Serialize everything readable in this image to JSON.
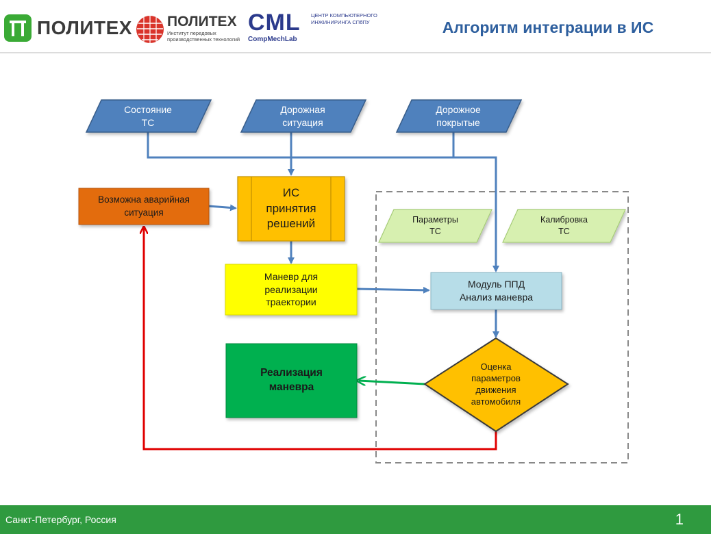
{
  "header": {
    "logo1_text": "ПОЛИТЕХ",
    "logo2_text": "ПОЛИТЕХ",
    "logo2_sub": "Институт передовых производственных технологий",
    "logo3_text": "CML",
    "logo3_sub": "ЦЕНТР КОМПЬЮТЕРНОГО ИНЖИНИРИНГА СПбПУ",
    "logo3_sub2": "CompMechLab",
    "title": "Алгоритм интеграции в ИС"
  },
  "diagram": {
    "input1": "Состояние\nТС",
    "input2": "Дорожная\nситуация",
    "input3": "Дорожное\nпокрытые",
    "emergency": "Возможна аварийная\nситуация",
    "decision": "ИС\nпринятия\nрешений",
    "maneuver": "Маневр для\nреализации\nтраектории",
    "params": "Параметры\nТС",
    "calibration": "Калибровка\nТС",
    "module": "Модуль ППД\nАнализ маневра",
    "evaluation": "Оценка\nпараметров\nдвижения\nавтомобиля",
    "realization": "Реализация\nманевра"
  },
  "colors": {
    "blue_input": "#4f81bd",
    "orange": "#e36c09",
    "amber": "#ffc000",
    "yellow": "#ffff00",
    "light_green": "#d7f0b0",
    "light_blue": "#b7dde8",
    "green": "#00b050",
    "arrow_blue": "#4f81bd",
    "arrow_red": "#e00000",
    "arrow_green": "#00b050",
    "footer_green": "#2f9a3f",
    "title_blue": "#2e5f9e"
  },
  "footer": {
    "location": "Санкт-Петербург, Россия",
    "page": "1"
  }
}
